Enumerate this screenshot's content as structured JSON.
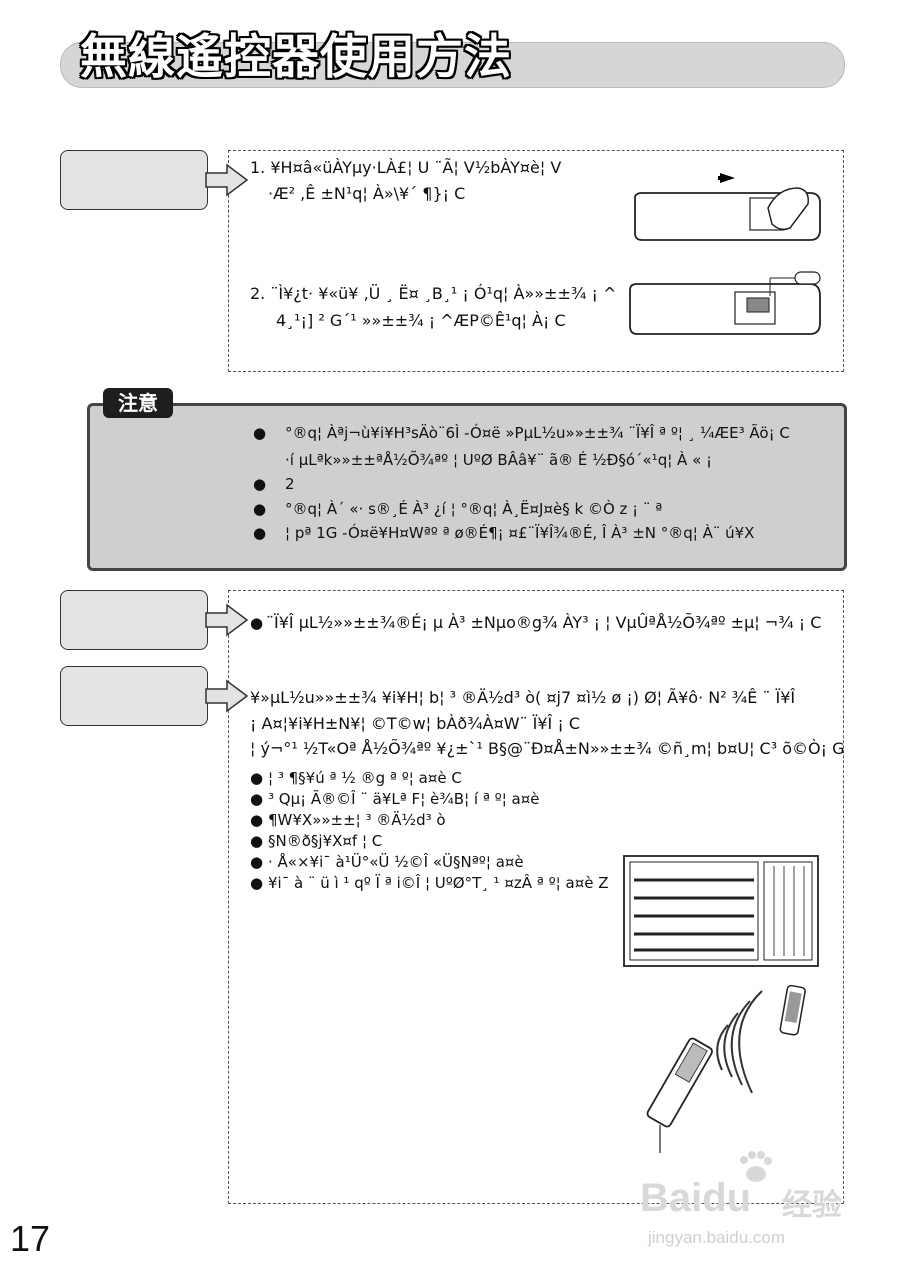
{
  "header": {
    "title": "無線遙控器使用方法"
  },
  "battery_section": {
    "step1": {
      "line1": "1.  ¥H¤â«üÀYµy·LÀ£¦    U    ¨Ã¦ V½bÀY¤è¦ V",
      "line2": "·Æ²   ,Ê    ±N¹q¦ À»\\¥´ ¶}¡ C"
    },
    "step2": {
      "line1": "2.  ¨Ì¥¿­t· ¥«ü¥   ,Ü    ¸ Ë¤   ¸B¸¹ ¡ Ó¹q¦ À»»±±¾ ¡ ^",
      "line2": "4¸¹¡] ² G´¹ »»±±¾ ¡ ^ÆP©Ê¹q¦ À¡ C"
    }
  },
  "caution": {
    "badge": "注意",
    "bullets": [
      {
        "line1": "°®q¦ Àªj¬ù¥i¥H³sÄò¨6Ì   -Ó¤ë    »PµL½u»»±±¾ ¨Ï¥Î ª º¦ ¸ ¼ÆE³ Ãö¡ C",
        "line2": "·í µLªk»»±±ªÅ½Õ¾ªº ¦ UºØ BÂâ¥¨ ã®   É    ½Ð§ó´«¹q¦ À          «                           ¡"
      },
      {
        "line1": "                                   2"
      },
      {
        "line1": "°®q¦ À´ «· s®¸É   À³ ¿í ¦ °®q¦ À¸Ë¤J¤è§    k   ©Ò­ z                 ¡                          ¨  ª"
      },
      {
        "line1": "¦ pª  1G  -Ó¤ë¥H¤Wªº ª ø®É¶¡ ¤£¨Ï¥Î¾®É,            Î                         À³ ±N °®q¦ À¨ ú¥X"
      }
    ]
  },
  "signal_section": {
    "line": "¨Ï¥Î µL½»»±±¾®É¡ µ            À³ ±Nµo®g¾ ÀY³ ¡ ¦ VµÛªÅ½Õ¾ªº ±µ¦ ¬¾ ¡ C"
  },
  "note_section": {
    "line1": "¥»µL½u»»±±¾ ¥i¥H¦ b¦ ³ ®Ä½d³ ò(   ¤j7 ¤ì½ ø ¡) Ø¦ Ã¥ô· N² ¾Ê ¨ Ï¥Î",
    "line2": "¡ A¤¦¥i¥H±N¥¦ ©T©w¦ bÀð¾À¤W¨ Ï¥Î ¡ C",
    "line3": "¦ ý¬°¹ ½T«Oª Å½Õ¾ªº ¥¿±`¹ B§@¨Ð¤Å±N»»±±¾ ©ñ¸m¦ b¤U¦ C³ õ©Ò¡ G",
    "items": [
      "¦ ³ ¶§¥ú ª ½ ®g ª º¦ a¤è C",
      "³ Qµ¡ Ã®©Î ¨ ä¥Lª F¦ è¾B¦ í ª º¦ a¤è",
      "¶W¥X»»±±¦ ³ ®Ä½d³ ò",
      "§N®ð§j¥X¤f ¦ C",
      "· Å«×¥i¯ à¹Ü°«Ü ½©Î «Ü§Nªº¦ a¤è",
      "¥i¯ à ¨ ü ì ¹ qº Ï ª i©Î ¦ UºØ°T¸ ¹ ¤zÂ ª º¦ a¤è Z"
    ]
  },
  "page_number": "17",
  "watermark": {
    "brand": "Bai",
    "brand2": "du",
    "cn": "经验",
    "url": "jingyan.baidu.com"
  }
}
